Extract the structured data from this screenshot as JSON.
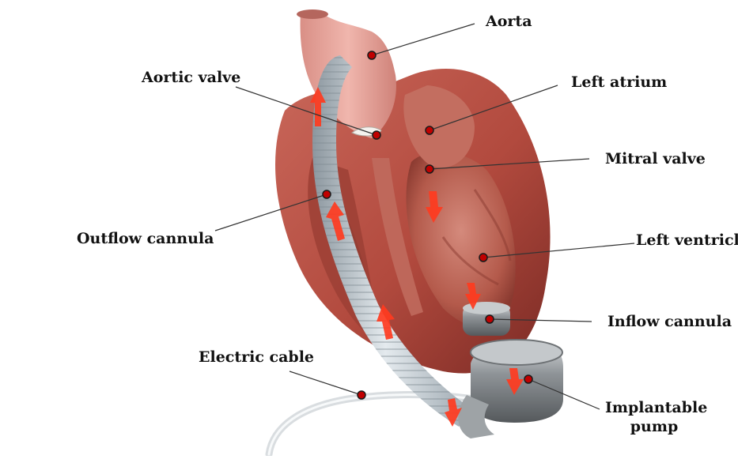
{
  "labels": {
    "aorta": "Aorta",
    "aortic_valve": "Aortic valve",
    "left_atrium": "Left atrium",
    "mitral_valve": "Mitral valve",
    "outflow_cannula": "Outflow cannula",
    "left_ventricle": "Left ventricle",
    "inflow_cannula": "Inflow cannula",
    "electric_cable": "Electric cable",
    "implantable_pump_line1": "Implantable",
    "implantable_pump_line2": "pump"
  },
  "colors": {
    "heart_muscle": "#b24a3e",
    "heart_dark": "#7a2a24",
    "heart_light": "#d7877a",
    "aorta_pink": "#e6a29a",
    "cannula_gray": "#c4cdd3",
    "pump_metal": "#8f9498",
    "flow_arrow": "#ff3b1f",
    "marker_dot": "#c00000",
    "leader_line": "#333333"
  },
  "icons": {
    "marker": "callout-dot",
    "flow": "blood-flow-arrow"
  }
}
